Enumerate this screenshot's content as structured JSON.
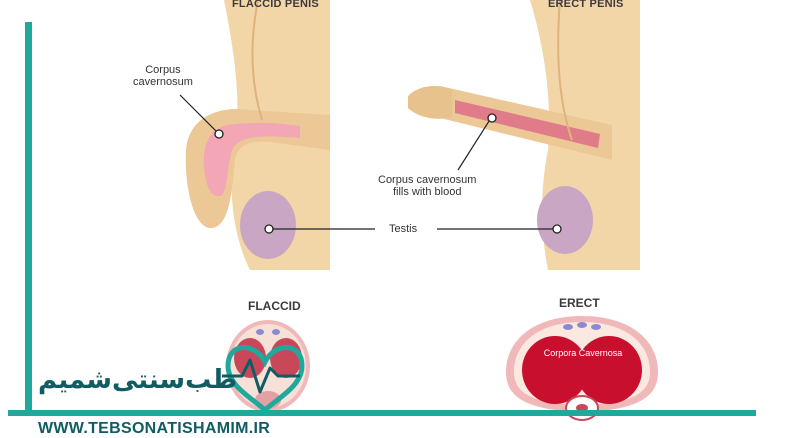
{
  "diagram": {
    "top_left_heading": "FLACCID PENIS",
    "top_right_heading": "ERECT PENIS",
    "label_corpus": "Corpus\ncavernosum",
    "label_fills": "Corpus cavernosum\nfills with blood",
    "label_testis": "Testis",
    "bottom_left_title": "FLACCID",
    "bottom_right_title": "ERECT",
    "cross_section_label": "Corpora Cavernosa"
  },
  "branding": {
    "name": "طب‌سنتی‌شمیم",
    "url": "WWW.TEBSONATISHAMIM.IR",
    "accent_color": "#1fa99c",
    "text_color": "#0f5c63",
    "logo_icon": "heart-pulse-icon"
  },
  "colors": {
    "skin": "#f3d6a8",
    "skin_shadow": "#e7c28d",
    "tissue_pink": "#f2a6b6",
    "testis": "#c9a7c4",
    "blood_red": "#c8102e",
    "cross_section_outline": "#f0b8b8"
  }
}
